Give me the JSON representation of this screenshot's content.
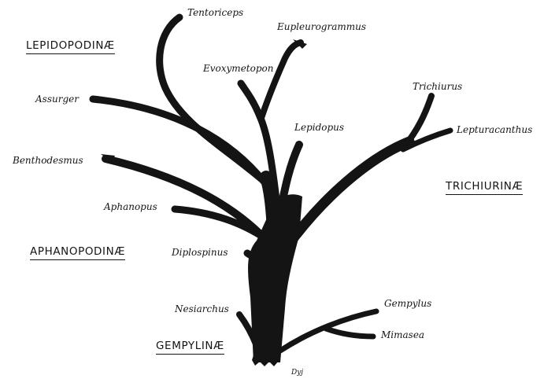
{
  "colors": {
    "ink": "#141414",
    "background": "#ffffff"
  },
  "groups": {
    "lepidopodinae": "LEPIDOPODINÆ",
    "trichiurinae": "TRICHIURINÆ",
    "aphanopodinae": "APHANOPODINÆ",
    "gempylinae": "GEMPYLINÆ"
  },
  "taxa": {
    "tentoriceps": "Tentoriceps",
    "eupleurogrammus": "Eupleurogrammus",
    "evoxymetopon": "Evoxymetopon",
    "assurger": "Assurger",
    "lepidopus": "Lepidopus",
    "trichiurus": "Trichiurus",
    "lepturacanthus": "Lepturacanthus",
    "benthodesmus": "Benthodesmus",
    "aphanopus": "Aphanopus",
    "diplospinus": "Diplospinus",
    "nesiarchus": "Nesiarchus",
    "gempylus": "Gempylus",
    "mimasea": "Mimasea"
  },
  "signature": "Dyj"
}
